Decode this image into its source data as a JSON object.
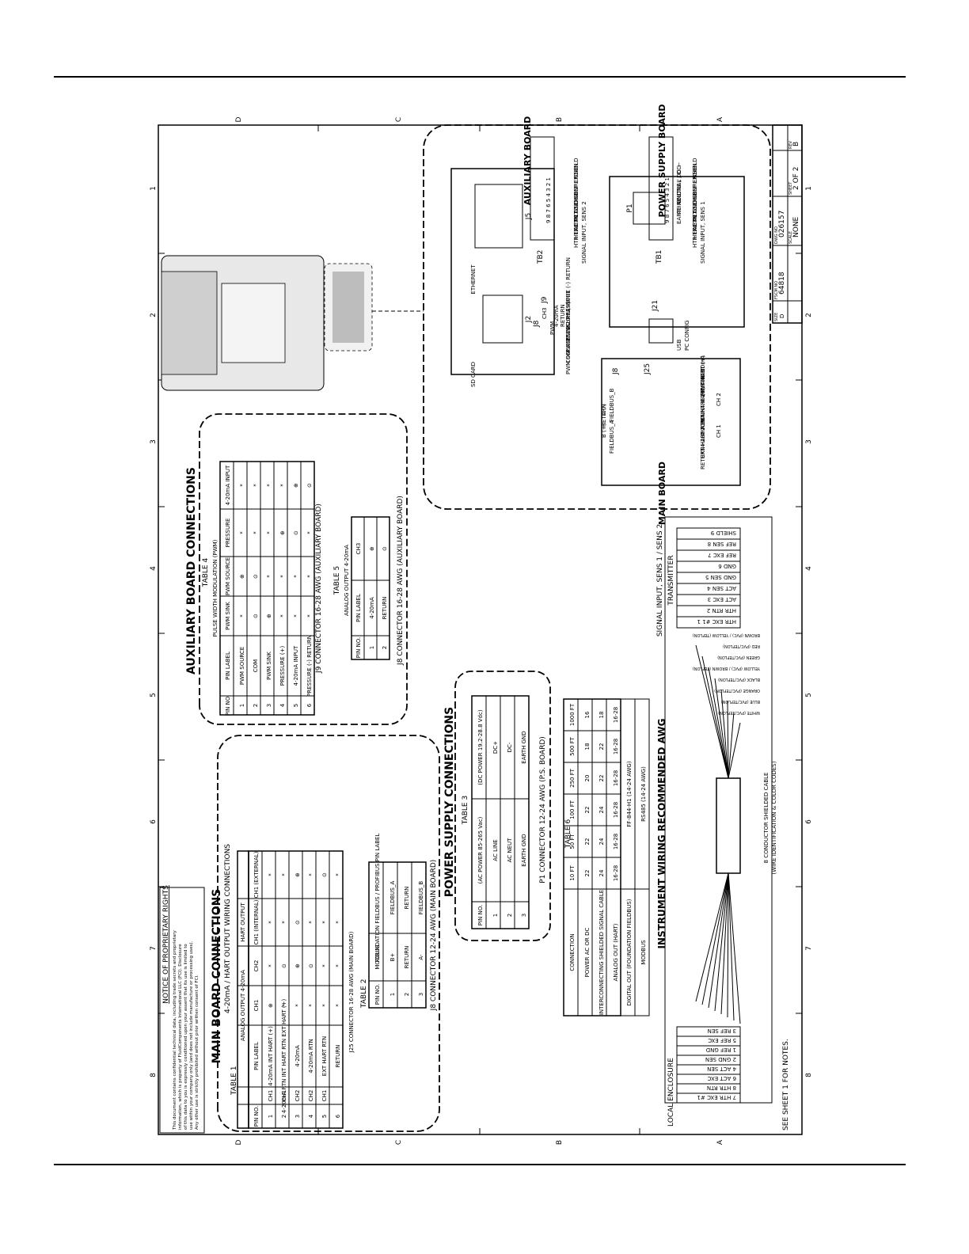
{
  "border": {
    "cols": [
      "8",
      "7",
      "6",
      "5",
      "4",
      "3",
      "2",
      "1"
    ],
    "rows": [
      "D",
      "C",
      "B",
      "A"
    ]
  },
  "title_block": {
    "size_label": "SIZE",
    "size": "D",
    "cage_label": "FSCM NO",
    "cage": "64818",
    "dwg_label": "DWG NO",
    "dwg": "026157",
    "rev_label": "REV",
    "rev": "B",
    "scale_label": "SCALE",
    "scale": "NONE",
    "sheet_label": "SHEET",
    "sheet": "2 OF 2"
  },
  "notice": {
    "title": "NOTICE OF PROPRIETARY RIGHTS",
    "lines": [
      "This document contains confidential technical data, including trade secrets and proprietary",
      "information, which is property of FluidComponents International LLC (FCI). Disclosure",
      "of this data to you is expressly conditioned upon your assent that its use is limited to",
      "use within your company only (and does not include manufacture or processing uses).",
      "Any other use is strictly prohibited without prior written consent of FCI."
    ]
  },
  "main_board": {
    "title": "MAIN BOARD CONNECTIONS",
    "table1": {
      "label": "TABLE 1",
      "heading": "4-20mA / HART OUTPUT WIRING CONNECTIONS",
      "group_ao": "ANALOG OUTPUT 4-20mA",
      "group_hart": "HART OUTPUT",
      "cols": [
        "PIN NO.",
        "PIN LABEL",
        "CH1",
        "CH2",
        "CH1 (INTERNAL)",
        "CH1 (EXTERNAL)"
      ],
      "rows": [
        {
          "pin": "1",
          "ch": "CH1",
          "label": "4-20mA INT HART (+)",
          "v": [
            "⊕",
            "*",
            "*",
            "*"
          ]
        },
        {
          "pin": "2",
          "ch": "CH1",
          "label": "4-20mA RTN INT HART RTN EXT HART (+)",
          "v": [
            "*",
            "⊙",
            "*",
            "*"
          ]
        },
        {
          "pin": "3",
          "ch": "CH2",
          "label": "4-20mA",
          "v": [
            "*",
            "⊕",
            "⊙",
            "⊕"
          ]
        },
        {
          "pin": "4",
          "ch": "CH2",
          "label": "4-20mA RTN",
          "v": [
            "*",
            "⊙",
            "*",
            "*"
          ]
        },
        {
          "pin": "5",
          "ch": "CH1",
          "label": "EXT HART RTN",
          "v": [
            "*",
            "*",
            "*",
            "⊙"
          ]
        },
        {
          "pin": "6",
          "ch": "",
          "label": "RETURN",
          "v": [
            "*",
            "*",
            "*",
            "*"
          ]
        }
      ],
      "footer": "J25 CONNECTOR 16-28 AWG (MAIN BOARD)"
    },
    "table2": {
      "label": "TABLE 2",
      "cols": [
        "PIN NO.",
        "MODBUS",
        "FOUNDATION FIELDBUS / PROFIBUS PIN LABEL"
      ],
      "rows": [
        {
          "pin": "1",
          "modbus": "B+",
          "ff": "FIELDBUS_A"
        },
        {
          "pin": "2",
          "modbus": "RETURN",
          "ff": "RETURN"
        },
        {
          "pin": "3",
          "modbus": "A-",
          "ff": "FIELDBUS_B"
        }
      ],
      "footer": "J8 CONNECTOR 12-24 AWG (MAIN BOARD)"
    }
  },
  "aux_board": {
    "title": "AUXILIARY BOARD CONNECTIONS",
    "table4": {
      "label": "TABLE 4",
      "group_pwm": "PULSE WIDTH MODULATION (PWM)",
      "cols": [
        "PIN NO.",
        "PIN LABEL",
        "PWM SINK",
        "PWM SOURCE",
        "PRESSURE",
        "4-20mA INPUT"
      ],
      "rows": [
        {
          "pin": "1",
          "label": "PWM SOURCE",
          "v": [
            "*",
            "⊕",
            "*",
            "*"
          ]
        },
        {
          "pin": "2",
          "label": "COM",
          "v": [
            "⊙",
            "⊙",
            "*",
            "*"
          ]
        },
        {
          "pin": "3",
          "label": "PWM SINK",
          "v": [
            "⊕",
            "*",
            "*",
            "*"
          ]
        },
        {
          "pin": "4",
          "label": "PRESSURE (+)",
          "v": [
            "*",
            "*",
            "⊕",
            "*"
          ]
        },
        {
          "pin": "5",
          "label": "4-20mA INPUT",
          "v": [
            "*",
            "*",
            "⊙",
            "⊕"
          ]
        },
        {
          "pin": "6",
          "label": "PRESSURE (-) RETURN",
          "v": [
            "*",
            "*",
            "*",
            "⊙"
          ]
        }
      ],
      "footer": "J9 CONNECTOR 16-28 AWG (AUXILIARY BOARD)"
    },
    "table5": {
      "label": "TABLE 5",
      "group": "ANALOG OUTPUT 4-20mA",
      "cols": [
        "PIN NO.",
        "PIN LABEL",
        "CH3"
      ],
      "ch": "CH3",
      "rows": [
        {
          "pin": "1",
          "label": "4-20mA",
          "v": "⊕"
        },
        {
          "pin": "2",
          "label": "RETURN",
          "v": "⊙"
        }
      ],
      "footer": "J8 CONNECTOR 16-28 AWG (AUXILIARY BOARD)"
    }
  },
  "power_supply": {
    "title": "POWER SUPPLY CONNECTIONS",
    "table3": {
      "label": "TABLE 3",
      "cols": [
        "PIN NO.",
        "(AC POWER 85-265 Vac)",
        "(DC POWER 19.2-28.8 Vdc)"
      ],
      "rows": [
        {
          "pin": "1",
          "ac": "AC LINE",
          "dc": "DC+"
        },
        {
          "pin": "2",
          "ac": "AC NEUT",
          "dc": "DC-"
        },
        {
          "pin": "3",
          "ac": "EARTH GND",
          "dc": "EARTH GND"
        }
      ],
      "footer": "P1 CONNECTOR 12-24 AWG (P.S. BOARD)"
    }
  },
  "wiring": {
    "title": "INSTRUMENT WIRING RECOMMENDED AWG",
    "table6": {
      "label": "TABLE 6",
      "cols": [
        "CONNECTION",
        "10 FT",
        "50 FT",
        "100 FT",
        "250 FT",
        "500 FT",
        "1000 FT"
      ],
      "rows": [
        {
          "name": "POWER AC OR DC",
          "v": [
            "22",
            "22",
            "22",
            "20",
            "18",
            "16"
          ]
        },
        {
          "name": "INTERCONNECTING SHIELDED SIGNAL CABLE",
          "v": [
            "24",
            "24",
            "24",
            "22",
            "22",
            "18"
          ]
        },
        {
          "name": "ANALOG OUT (HART)",
          "v": [
            "16-28",
            "16-28",
            "16-28",
            "16-28",
            "16-28",
            "16-28"
          ]
        }
      ],
      "digital_label": "DIGITAL OUT (FOUNDATION FIELDBUS)",
      "digital_value": "FF-844-H1 (14-24 AWG)",
      "modbus_label": "MODBUS",
      "modbus_value": "RS485 (14-24 AWG)"
    }
  },
  "cable": {
    "title": "SIGNAL INPUT, SENS 1 / SENS 2",
    "local_title": "LOCAL ENCLOSURE",
    "transmitter_title": "TRANSMITTER",
    "local_pins": [
      "7 HTR EXC #1",
      "8 HTR RTN",
      "6 ACT EXC",
      "4 ACT SEN",
      "2 GND SEN",
      "1 REF GND",
      "5 REF EXC",
      "3 REF SEN"
    ],
    "transmitter_pins": [
      "HTR EXC #1 1",
      "HTR RTN 2",
      "ACT EXC 3",
      "ACT SEN 4",
      "GND SEN 5",
      "GND 6",
      "REF EXC 7",
      "REF SEN 8",
      "SHIELD 9"
    ],
    "wire_colors": [
      "WHITE (PVC/TEFLON)",
      "BLUE (PVC/TEFLON)",
      "ORANGE (PVC/TEFLON)",
      "BLACK (PVC/TEFLON)",
      "YELLOW (PVC) / BROWN (TEFLON)",
      "GREEN (PVC/TEFLON)",
      "RED (PVC/TEFLON)",
      "BROWN (PVC) / YELLOW (TEFLON)"
    ],
    "caption1": "8 CONDUCTOR SHIELDED CABLE",
    "caption2": "(WIRE IDENTIFICATION & COLOR CODES)",
    "notes": "SEE SHEET 1 FOR NOTES."
  },
  "boards": {
    "aux_title": "AUXILIARY BOARD",
    "ps_title": "POWER SUPPLY BOARD",
    "main_title": "MAIN BOARD",
    "ethernet": "ETHERNET",
    "sd_card": "SD CARD",
    "j5": "J5",
    "j2": "J2",
    "j8aux": "J8",
    "j9": "J9",
    "tb2": "TB2",
    "tb1": "TB1",
    "p1": "P1",
    "j21": "J21",
    "j8main": "J8",
    "j25": "J25",
    "ch3": "CH3",
    "aux_j8_labels": [
      "4-20mA",
      "RETURN"
    ],
    "j9_labels": [
      "PWM SOURCE",
      "COM",
      "PWM SINK",
      "PRESSURE (+)",
      "4-20mA INPUT",
      "PRESSURE (-) RETURN"
    ],
    "pwm": "PWM",
    "tb_labels": [
      "HTR EXC #1",
      "HTR RTN",
      "ACT EXC",
      "ACT SEN",
      "GND SEN",
      "GND",
      "REF EXC",
      "REF SEN",
      "SHIELD"
    ],
    "tb_nums": "9 8 7 6 5 4 3 2 1",
    "tb2_caption": "SIGNAL INPUT, SENS 2",
    "tb1_caption": "SIGNAL INPUT, SENS 1",
    "p1_labels": [
      "EARTH GND",
      "AC NEUTRAL / DC -",
      "AC LINE / DC +"
    ],
    "usb": "USB",
    "pc_config": "PC CONFIG",
    "j25_labels": [
      "RETURN",
      "EXT HART RTN",
      "4-20mA RTN",
      "4-20mA",
      "EXT HART (+)",
      "INT HART RTN",
      "4-20mA RTN",
      "INT HART (+)",
      "40-20mA"
    ],
    "ch1": "CH 1",
    "ch2": "CH 2",
    "fieldbus": [
      "B (+)",
      "RETURN",
      "A (-)"
    ],
    "fieldbus_a": "FIELDBUS_A",
    "fieldbus_b": "FIELDBUS_B"
  }
}
